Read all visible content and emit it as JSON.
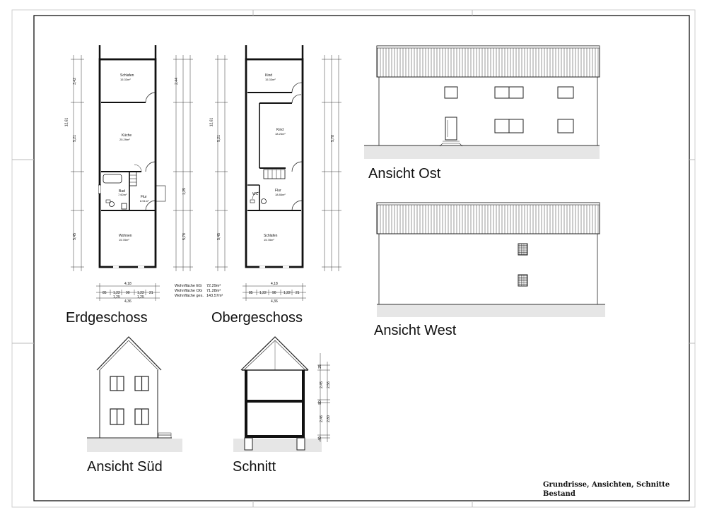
{
  "views": {
    "erdgeschoss": "Erdgeschoss",
    "obergeschoss": "Obergeschoss",
    "ansicht_ost": "Ansicht Ost",
    "ansicht_west": "Ansicht West",
    "ansicht_sued": "Ansicht Süd",
    "schnitt": "Schnitt"
  },
  "rooms_eg": {
    "schlafen": "Schlafen",
    "schlafen_area": "15.33m²",
    "kueche": "Küche",
    "kueche_area": "25.29m²",
    "bad": "Bad",
    "bad_area": "7.60m²",
    "flur": "Flur",
    "flur_area": "8.51m²",
    "wohnen": "Wohnen",
    "wohnen_area": "15.78m²"
  },
  "rooms_og": {
    "kind1": "Kind",
    "kind1_area": "15.33m²",
    "kind2": "Kind",
    "kind2_area": "18.26m²",
    "wc": "WC",
    "flur": "Flur",
    "flur_area": "18.86m²",
    "schlafen": "Schlafen",
    "schlafen_area": "15.78m²"
  },
  "areas": {
    "eg_label": "Wohnfläche EG",
    "eg_value": "72.29m²",
    "og_label": "Wohnfläche OG",
    "og_value": "71.28m²",
    "ges_label": "Wohnfläche ges.",
    "ges_value": "143.57m²"
  },
  "dims_bottom": {
    "total": "4,36",
    "inner": "4,18",
    "a": "85",
    "b": "1,22",
    "c": "90",
    "d": "1,22",
    "e": "21",
    "f": "1,25",
    "g": "1,25"
  },
  "dims_side": {
    "total": "12,61",
    "mid": "5,21",
    "low": "5,45",
    "p1": "3,42",
    "p2": "2,44",
    "p3": "1,25",
    "p4": "5,78"
  },
  "section_dims": [
    "25",
    "2,45",
    "2,56",
    "80",
    "2,46",
    "2,80",
    "40"
  ],
  "title_block": {
    "line1": "Grundrisse, Ansichten, Schnitte",
    "line2": "Bestand"
  }
}
